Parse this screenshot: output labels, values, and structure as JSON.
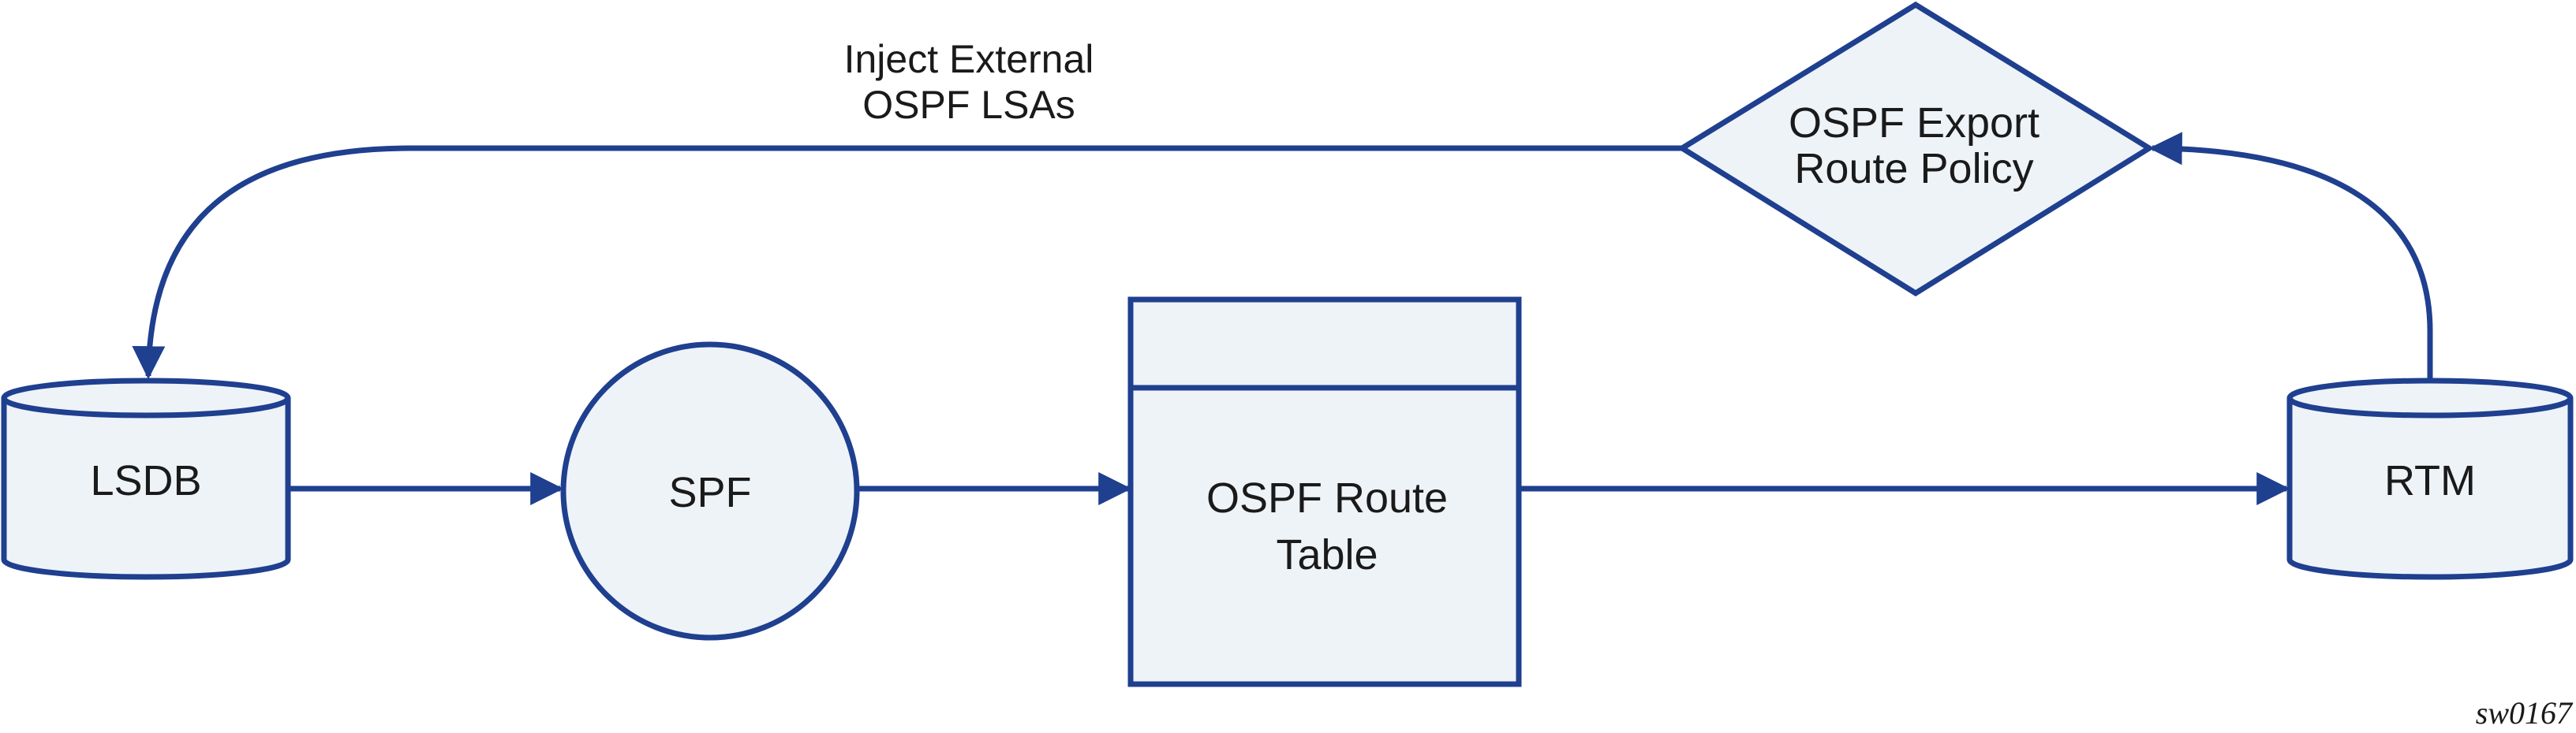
{
  "colors": {
    "stroke": "#1f3f8f",
    "fill": "#eef3f8",
    "text": "#1a1a1a"
  },
  "nodes": {
    "lsdb": {
      "label": "LSDB"
    },
    "spf": {
      "label": "SPF"
    },
    "route_table": {
      "label_line1": "OSPF Route",
      "label_line2": "Table"
    },
    "rtm": {
      "label": "RTM"
    },
    "export_policy": {
      "label_line1": "OSPF Export",
      "label_line2": "Route Policy"
    }
  },
  "edges": {
    "inject_label_line1": "Inject External",
    "inject_label_line2": "OSPF LSAs"
  },
  "figure_id": "sw0167"
}
